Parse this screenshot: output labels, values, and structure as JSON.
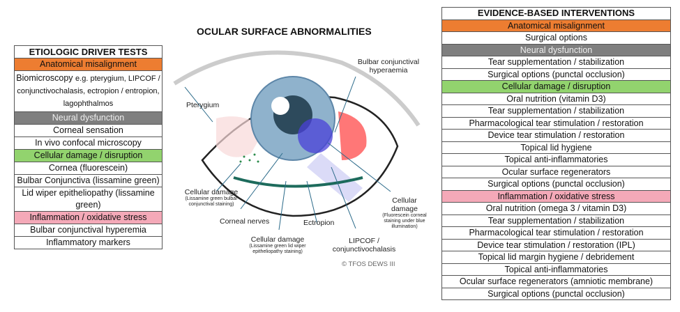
{
  "title": "OCULAR SURFACE ABNORMALITIES",
  "copyright": "© TFOS DEWS III",
  "colors": {
    "anatomical": "#ED7D31",
    "neural": "#7F7F7F",
    "cellular": "#92D36E",
    "inflammation": "#F4A9B8"
  },
  "left": {
    "header": "ETIOLOGIC DRIVER TESTS",
    "anatomical": "Anatomical misalignment",
    "biomicroscopy": "Biomicroscopy",
    "biomicroscopy_detail": "e.g. pterygium, LIPCOF / conjunctivochalasis, ectropion / entropion, lagophthalmos",
    "neural": "Neural dysfunction",
    "neural_items": [
      "Corneal sensation",
      "In vivo confocal microscopy"
    ],
    "cellular": "Cellular damage / disruption",
    "cellular_items": [
      "Cornea (fluorescein)",
      "Bulbar Conjunctiva (lissamine green)",
      "Lid wiper epitheliopathy (lissamine green)"
    ],
    "inflammation": "Inflammation / oxidative stress",
    "inflammation_items": [
      "Bulbar conjunctival hyperemia",
      "Inflammatory markers"
    ]
  },
  "right": {
    "header": "EVIDENCE-BASED INTERVENTIONS",
    "anatomical": "Anatomical misalignment",
    "anatomical_items": [
      "Surgical options"
    ],
    "neural": "Neural dysfunction",
    "neural_items": [
      "Tear supplementation / stabilization",
      "Surgical options (punctal occlusion)"
    ],
    "cellular": "Cellular damage / disruption",
    "cellular_items": [
      "Oral nutrition (vitamin D3)",
      "Tear supplementation / stabilization",
      "Pharmacological tear stimulation / restoration",
      "Device tear stimulation / restoration",
      "Topical lid hygiene",
      "Topical anti-inflammatories",
      "Ocular surface regenerators",
      "Surgical options (punctal occlusion)"
    ],
    "inflammation": "Inflammation / oxidative stress",
    "inflammation_items": [
      "Oral nutrition (omega 3 / vitamin D3)",
      "Tear supplementation / stabilization",
      "Pharmacological tear stimulation / restoration",
      "Device tear stimulation / restoration (IPL)",
      "Topical lid margin hygiene / debridement",
      "Topical anti-inflammatories",
      "Ocular surface regenerators (amniotic membrane)",
      "Surgical options (punctal occlusion)"
    ]
  },
  "labels": {
    "pterygium": "Pterygium",
    "hyperaemia": "Bulbar conjunctival hyperaemia",
    "cell_bulbar": "Cellular damage",
    "cell_bulbar_sub": "(Lissamine green bulbar conjunctival staining)",
    "corneal_nerves": "Corneal nerves",
    "cell_lid": "Cellular damage",
    "cell_lid_sub": "(Lissamine green lid wiper epitheliopathy staining)",
    "ectropion": "Ectropion",
    "lipcof": "LIPCOF / conjunctivochalasis",
    "cell_cornea": "Cellular damage",
    "cell_cornea_sub": "(Fluorescein corneal staining under blue illumination)"
  }
}
